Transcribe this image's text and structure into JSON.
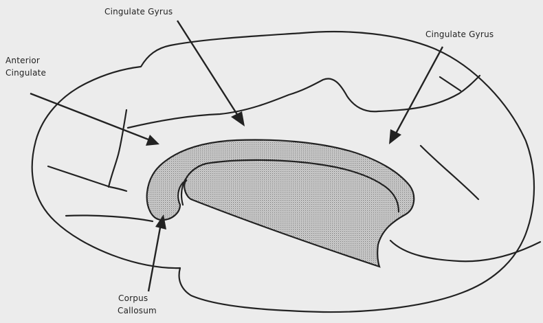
{
  "labels": {
    "cingulate_gyrus_top": "Cingulate Gyrus",
    "cingulate_gyrus_right": "Cingulate Gyrus",
    "anterior_cingulate_line1": "Anterior",
    "anterior_cingulate_line2": "Cingulate",
    "corpus_callosum_line1": "Corpus",
    "corpus_callosum_line2": "Callosum"
  },
  "colors": {
    "background": "#ececec",
    "ink": "#222222",
    "stipple": "#8c8c8c"
  }
}
